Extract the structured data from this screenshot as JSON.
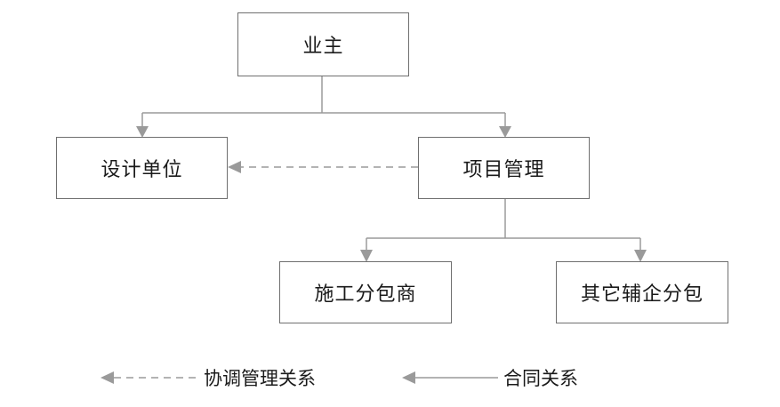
{
  "nodes": {
    "owner": "业主",
    "design_unit": "设计单位",
    "project_management": "项目管理",
    "construction_subcontractor": "施工分包商",
    "other_subcontractors": "其它辅企分包"
  },
  "legend": {
    "coordination": "协调管理关系",
    "contract": "合同关系"
  },
  "colors": {
    "line": "#9a9a9a",
    "border": "#6f6f6f",
    "text": "#1a1a1a"
  }
}
